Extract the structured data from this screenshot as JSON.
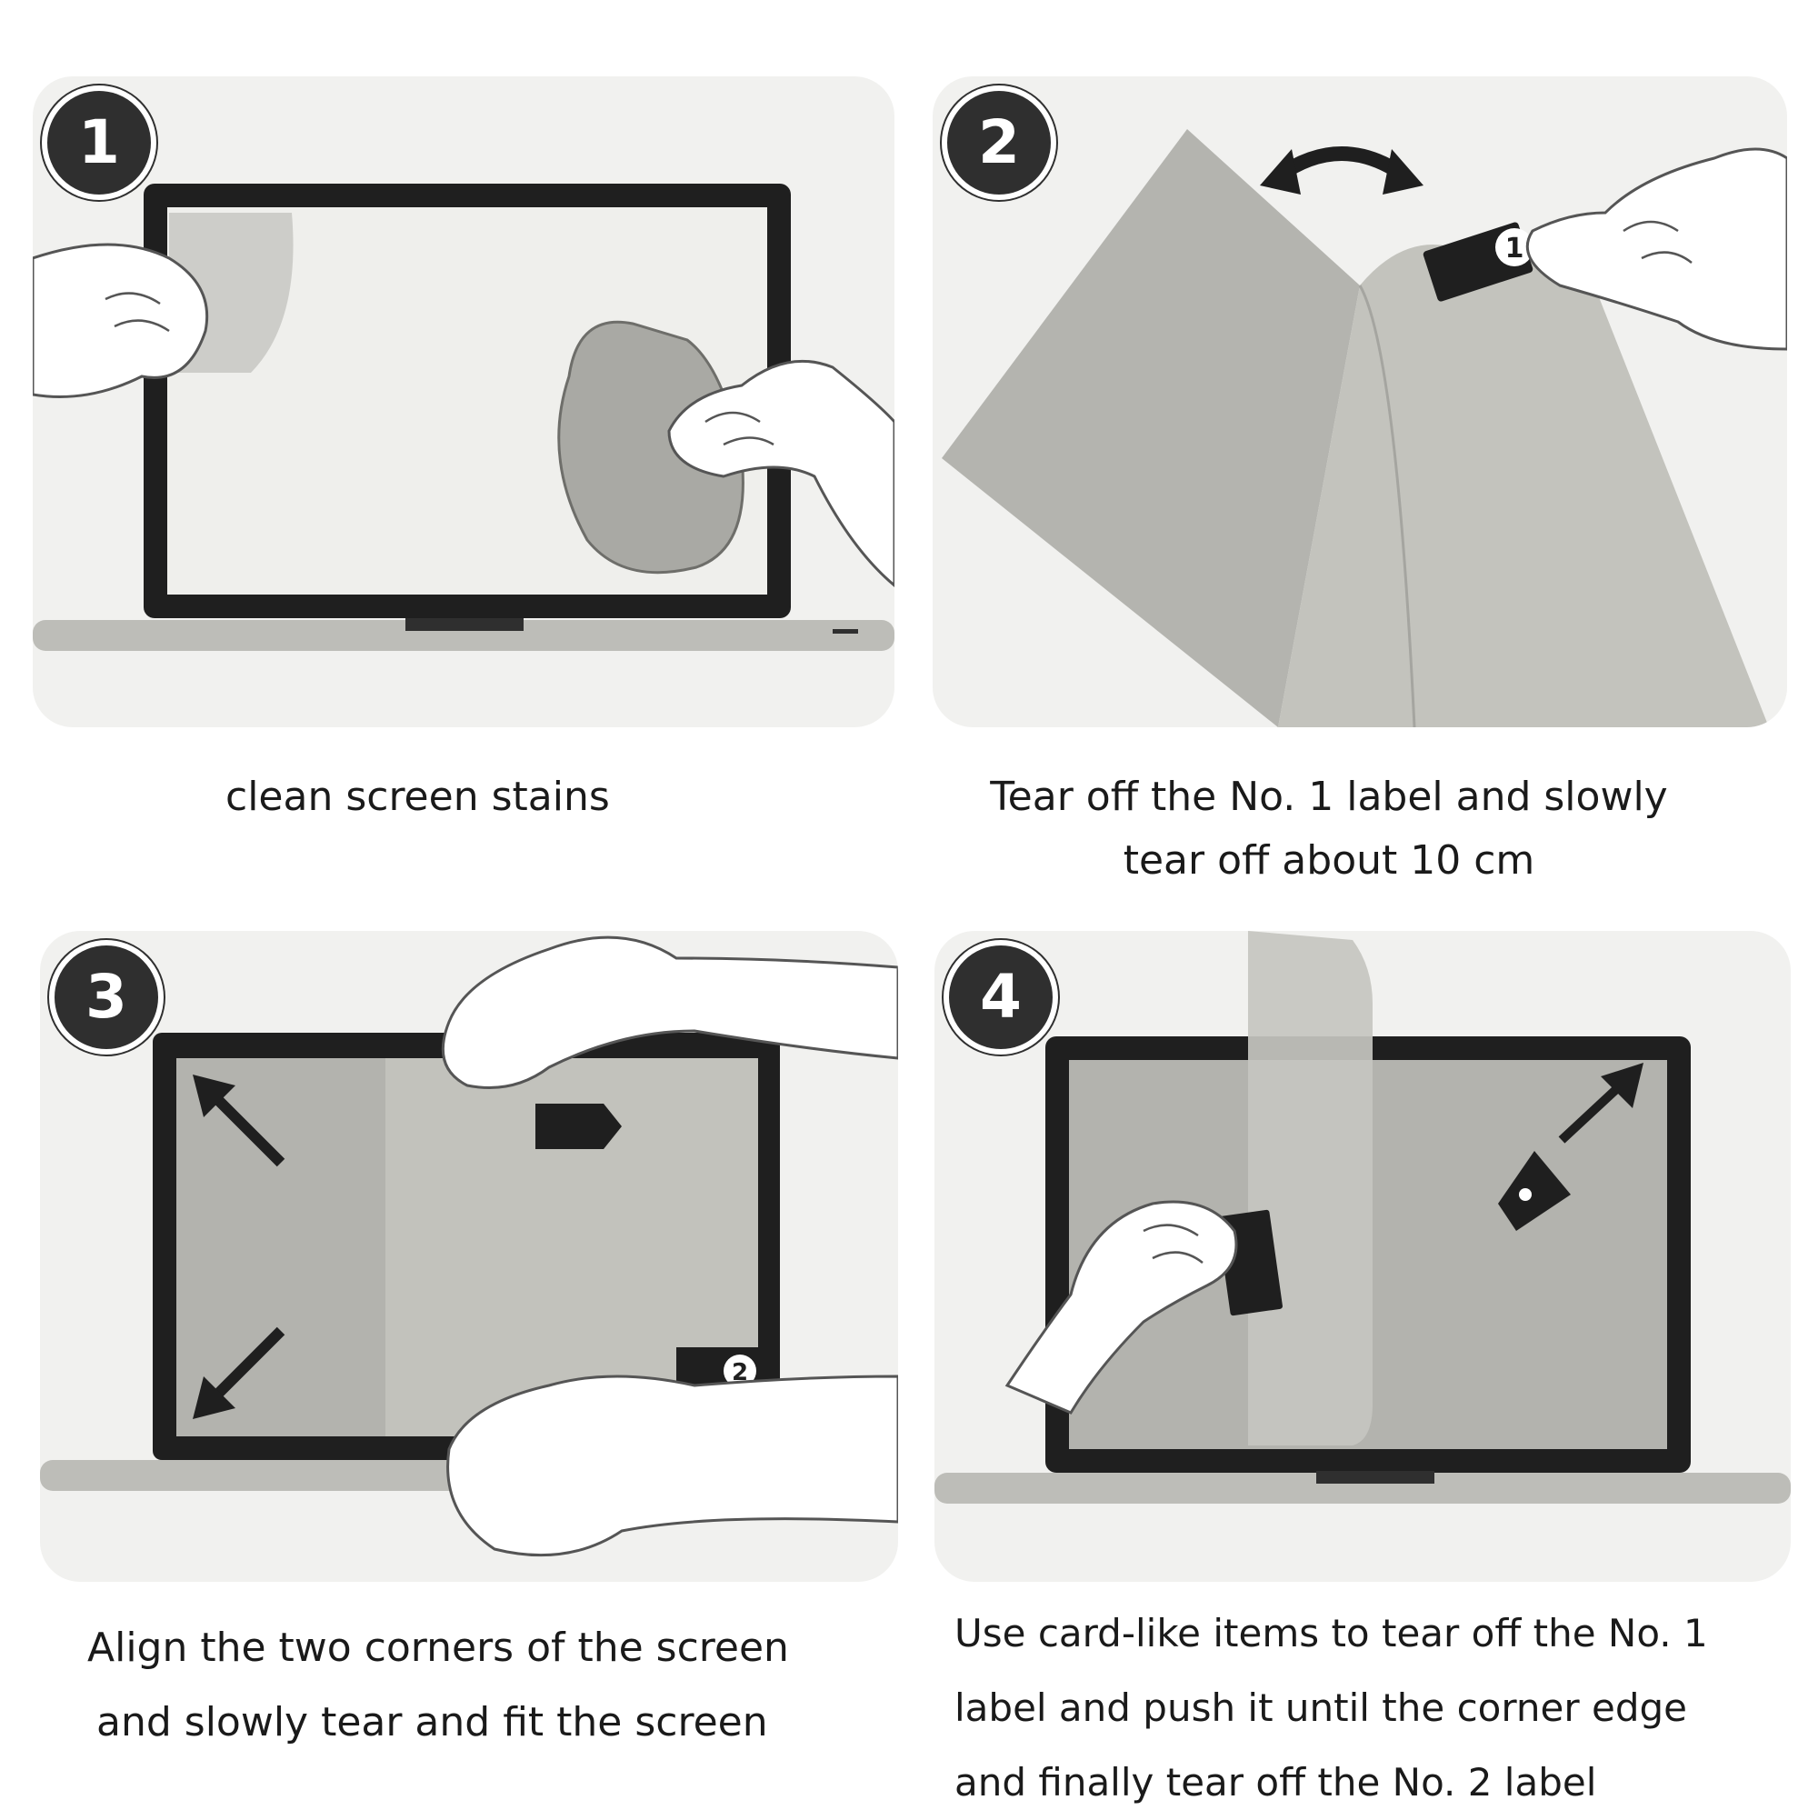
{
  "steps": [
    {
      "number": "1",
      "caption_lines": [
        "clean screen stains"
      ]
    },
    {
      "number": "2",
      "caption_lines": [
        "Tear off the No. 1 label and slowly",
        "tear off about 10 cm"
      ],
      "tab_label": "1"
    },
    {
      "number": "3",
      "caption_lines": [
        "Align the two corners of the screen",
        "and slowly tear and fit the screen"
      ],
      "tab_label": "2"
    },
    {
      "number": "4",
      "caption_lines": [
        "Use card-like items to tear off the No. 1",
        "label and push it until the corner edge",
        "and finally tear off the No. 2 label"
      ]
    }
  ],
  "colors": {
    "panel_background": "#f1f1ef",
    "badge": "#2f2f2f",
    "bezel": "#1f1f1f",
    "film": "#b3b3ae",
    "laptop_base": "#b9b9b4"
  }
}
